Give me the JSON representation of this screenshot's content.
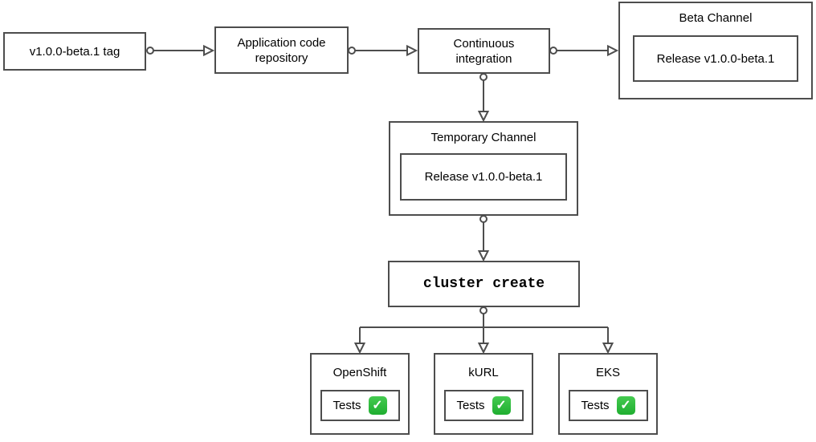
{
  "diagram": {
    "type": "flowchart",
    "colors": {
      "line": "#4d4d4d",
      "box_border": "#4d4d4d",
      "box_fill": "#ffffff",
      "text": "#000000",
      "check_green": "#27b23a"
    },
    "nodes": {
      "tag": {
        "label": "v1.0.0-beta.1 tag"
      },
      "repo": {
        "label": "Application code repository"
      },
      "ci": {
        "label": "Continuous integration"
      },
      "beta_channel": {
        "title": "Beta Channel",
        "release": "Release v1.0.0-beta.1"
      },
      "temp_channel": {
        "title": "Temporary Channel",
        "release": "Release v1.0.0-beta.1"
      },
      "cluster_create": {
        "label": "cluster create"
      },
      "platforms": [
        {
          "title": "OpenShift",
          "tests_label": "Tests",
          "check_icon": "✓"
        },
        {
          "title": "kURL",
          "tests_label": "Tests",
          "check_icon": "✓"
        },
        {
          "title": "EKS",
          "tests_label": "Tests",
          "check_icon": "✓"
        }
      ]
    },
    "edges": [
      {
        "from": "v1.0.0-beta.1 tag",
        "to": "Application code repository"
      },
      {
        "from": "Application code repository",
        "to": "Continuous integration"
      },
      {
        "from": "Continuous integration",
        "to": "Beta Channel"
      },
      {
        "from": "Continuous integration",
        "to": "Temporary Channel"
      },
      {
        "from": "Temporary Channel",
        "to": "cluster create"
      },
      {
        "from": "cluster create",
        "to": "OpenShift"
      },
      {
        "from": "cluster create",
        "to": "kURL"
      },
      {
        "from": "cluster create",
        "to": "EKS"
      }
    ]
  }
}
